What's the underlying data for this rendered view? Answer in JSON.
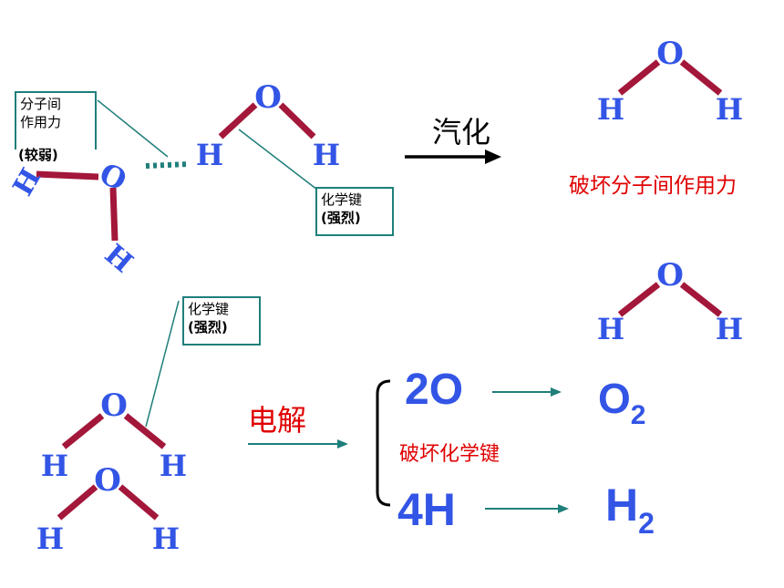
{
  "colors": {
    "atom": "#3355e6",
    "bond": "#a3173a",
    "leader": "#1f7f7a",
    "red": "#e00000"
  },
  "atoms": {
    "oxygen": "O",
    "hydrogen": "H"
  },
  "labels": {
    "intermolecular_line1": "分子间",
    "intermolecular_line2": "作用力",
    "intermolecular_line3": "(较弱)",
    "chem_bond_line1": "化学键",
    "chem_bond_line2": "(强烈)"
  },
  "processes": {
    "vaporize": "汽化",
    "vaporize_result": "破坏分子间作用力",
    "electrolysis": "电解",
    "electrolysis_result": "破坏化学键"
  },
  "reaction": {
    "oxygen_atoms": "2O",
    "hydrogen_atoms": "4H",
    "o2_base": "O",
    "o2_sub": "2",
    "h2_base": "H",
    "h2_sub": "2"
  }
}
